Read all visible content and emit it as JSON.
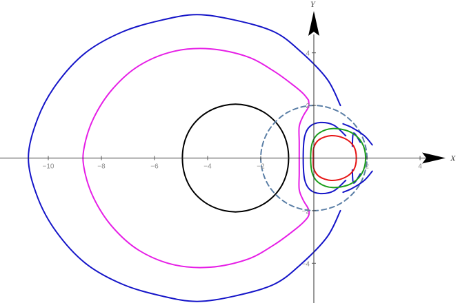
{
  "chart_data": {
    "type": "line",
    "xlabel": "X",
    "ylabel": "Y",
    "xlim": [
      -11.8,
      5.3
    ],
    "ylim": [
      -5.7,
      5.9
    ],
    "x_ticks": [
      {
        "value": -10,
        "label": "−10"
      },
      {
        "value": -8,
        "label": "−8"
      },
      {
        "value": -6,
        "label": "−6"
      },
      {
        "value": -4,
        "label": "−4"
      },
      {
        "value": -2,
        "label": "−2"
      },
      {
        "value": 2,
        "label": "2"
      },
      {
        "value": 4,
        "label": "4"
      }
    ],
    "y_ticks": [
      {
        "value": 4,
        "label": "4"
      },
      {
        "value": 2,
        "label": "2"
      },
      {
        "value": -2,
        "label": "−2"
      },
      {
        "value": -4,
        "label": "−4"
      }
    ],
    "grid": false,
    "legend": "none",
    "series": [
      {
        "style": "solid",
        "color": "#1414c8",
        "points": [
          [
            1.0,
            2.0
          ],
          [
            0.5,
            3.0
          ],
          [
            -0.5,
            4.05
          ],
          [
            -1.5,
            4.8
          ],
          [
            -3.0,
            5.25
          ],
          [
            -4.4,
            5.45
          ],
          [
            -5.7,
            5.25
          ],
          [
            -7.2,
            4.8
          ],
          [
            -8.6,
            4.0
          ],
          [
            -9.7,
            2.8
          ],
          [
            -10.4,
            1.5
          ],
          [
            -10.75,
            0.0
          ],
          [
            -10.4,
            -1.5
          ],
          [
            -9.7,
            -2.8
          ],
          [
            -8.6,
            -4.0
          ],
          [
            -7.2,
            -4.8
          ],
          [
            -5.7,
            -5.25
          ],
          [
            -4.4,
            -5.45
          ],
          [
            -3.0,
            -5.25
          ],
          [
            -1.5,
            -4.8
          ],
          [
            -0.5,
            -4.05
          ],
          [
            0.5,
            -3.0
          ],
          [
            1.0,
            -2.0
          ]
        ]
      },
      {
        "style": "solid",
        "color": "#e61ee6",
        "points": [
          [
            -0.2,
            2.2
          ],
          [
            -0.4,
            2.45
          ],
          [
            -0.75,
            2.75
          ],
          [
            -1.5,
            3.3
          ],
          [
            -2.5,
            3.85
          ],
          [
            -3.9,
            4.15
          ],
          [
            -5.3,
            4.05
          ],
          [
            -6.6,
            3.5
          ],
          [
            -7.6,
            2.6
          ],
          [
            -8.3,
            1.5
          ],
          [
            -8.65,
            0.4
          ],
          [
            -8.65,
            -0.4
          ],
          [
            -8.3,
            -1.5
          ],
          [
            -7.6,
            -2.6
          ],
          [
            -6.6,
            -3.5
          ],
          [
            -5.3,
            -4.05
          ],
          [
            -3.9,
            -4.15
          ],
          [
            -2.5,
            -3.85
          ],
          [
            -1.5,
            -3.3
          ],
          [
            -0.75,
            -2.75
          ],
          [
            -0.4,
            -2.45
          ],
          [
            -0.2,
            -2.2
          ],
          [
            -0.2,
            -1.95
          ],
          [
            -0.4,
            -1.6
          ],
          [
            -0.55,
            -1.2
          ],
          [
            -0.55,
            -0.6
          ],
          [
            -0.55,
            0.0
          ],
          [
            -0.55,
            0.6
          ],
          [
            -0.55,
            1.2
          ],
          [
            -0.4,
            1.6
          ],
          [
            -0.2,
            1.95
          ],
          [
            -0.2,
            2.2
          ]
        ]
      },
      {
        "style": "solid",
        "color": "#000000",
        "points": [
          [
            -0.95,
            0.0
          ],
          [
            -1.15,
            0.93
          ],
          [
            -1.72,
            1.63
          ],
          [
            -2.53,
            2.0
          ],
          [
            -3.37,
            2.0
          ],
          [
            -4.18,
            1.63
          ],
          [
            -4.75,
            0.93
          ],
          [
            -4.95,
            0.0
          ],
          [
            -4.75,
            -0.93
          ],
          [
            -4.18,
            -1.63
          ],
          [
            -3.37,
            -2.0
          ],
          [
            -2.53,
            -2.0
          ],
          [
            -1.72,
            -1.63
          ],
          [
            -1.15,
            -0.93
          ],
          [
            -0.95,
            0.0
          ]
        ],
        "closed": true
      },
      {
        "style": "dashed",
        "color": "#5b7fa6",
        "points": [
          [
            2.0,
            0.0
          ],
          [
            1.73,
            1.0
          ],
          [
            1.0,
            1.73
          ],
          [
            0.0,
            2.0
          ],
          [
            -1.0,
            1.73
          ],
          [
            -1.73,
            1.0
          ],
          [
            -2.0,
            0.0
          ],
          [
            -1.73,
            -1.0
          ],
          [
            -1.0,
            -1.73
          ],
          [
            0.0,
            -2.0
          ],
          [
            1.0,
            -1.73
          ],
          [
            1.73,
            -1.0
          ],
          [
            2.0,
            0.0
          ]
        ],
        "closed": true
      },
      {
        "style": "solid",
        "color": "#1414c8",
        "points": [
          [
            1.2,
            0.85
          ],
          [
            0.75,
            1.25
          ],
          [
            0.25,
            1.35
          ],
          [
            -0.15,
            1.2
          ],
          [
            -0.35,
            0.8
          ],
          [
            -0.4,
            0.0
          ],
          [
            -0.35,
            -0.8
          ],
          [
            -0.15,
            -1.2
          ],
          [
            0.25,
            -1.35
          ],
          [
            0.75,
            -1.25
          ],
          [
            1.2,
            -0.85
          ]
        ]
      },
      {
        "style": "solid",
        "color": "#1414c8",
        "points": [
          [
            1.1,
            1.3
          ],
          [
            1.45,
            1.15
          ],
          [
            1.9,
            0.85
          ],
          [
            2.2,
            0.5
          ]
        ]
      },
      {
        "style": "solid",
        "color": "#1414c8",
        "points": [
          [
            1.1,
            -1.3
          ],
          [
            1.45,
            -1.15
          ],
          [
            1.9,
            -0.85
          ],
          [
            2.2,
            -0.5
          ]
        ]
      },
      {
        "style": "solid",
        "color": "#1414c8",
        "points": [
          [
            1.45,
            0.45
          ],
          [
            1.5,
            0.95
          ],
          [
            1.75,
            0.6
          ]
        ]
      },
      {
        "style": "solid",
        "color": "#1414c8",
        "points": [
          [
            1.45,
            -0.45
          ],
          [
            1.5,
            -0.95
          ],
          [
            1.75,
            -0.6
          ]
        ]
      },
      {
        "style": "solid",
        "color": "#1a9e1a",
        "points": [
          [
            1.95,
            0.0
          ],
          [
            1.8,
            0.6
          ],
          [
            1.35,
            1.0
          ],
          [
            0.7,
            1.12
          ],
          [
            0.2,
            0.95
          ],
          [
            -0.05,
            0.6
          ],
          [
            -0.12,
            0.0
          ],
          [
            -0.05,
            -0.6
          ],
          [
            0.2,
            -0.95
          ],
          [
            0.7,
            -1.12
          ],
          [
            1.35,
            -1.0
          ],
          [
            1.8,
            -0.6
          ],
          [
            1.95,
            0.0
          ]
        ],
        "closed": true
      },
      {
        "style": "solid",
        "color": "#e61414",
        "points": [
          [
            1.6,
            0.0
          ],
          [
            1.5,
            0.45
          ],
          [
            1.15,
            0.75
          ],
          [
            0.65,
            0.85
          ],
          [
            0.2,
            0.7
          ],
          [
            0.0,
            0.4
          ],
          [
            -0.02,
            0.0
          ],
          [
            0.0,
            -0.4
          ],
          [
            0.2,
            -0.7
          ],
          [
            0.65,
            -0.85
          ],
          [
            1.15,
            -0.75
          ],
          [
            1.5,
            -0.45
          ],
          [
            1.6,
            0.0
          ]
        ],
        "closed": true
      }
    ]
  }
}
